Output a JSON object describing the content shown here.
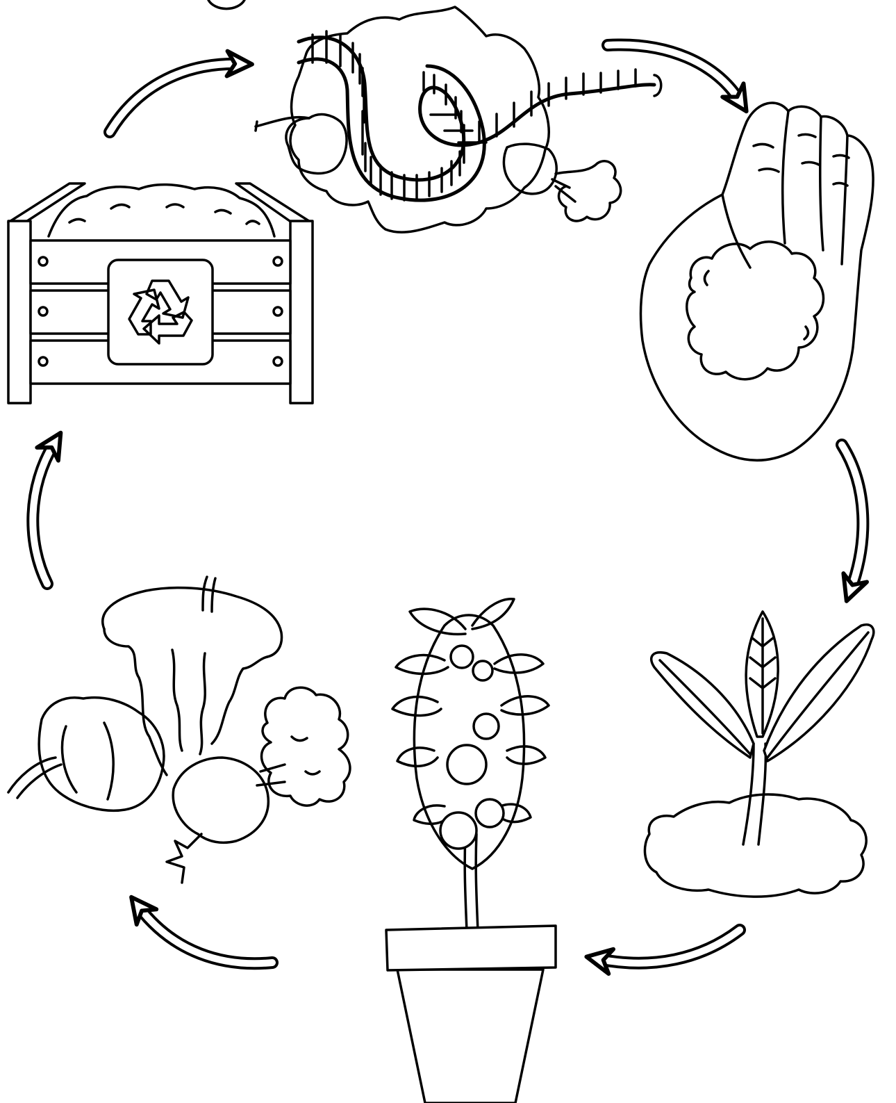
{
  "diagram": {
    "kind": "composting cycle",
    "stages": [
      {
        "id": "compost-bin",
        "icon": "compost-bin-icon",
        "label": ""
      },
      {
        "id": "worm",
        "icon": "earthworm-icon",
        "label": ""
      },
      {
        "id": "soil-in-hand",
        "icon": "hand-soil-icon",
        "label": ""
      },
      {
        "id": "seedling",
        "icon": "seedling-icon",
        "label": ""
      },
      {
        "id": "fruit-tree",
        "icon": "potted-fruit-tree-icon",
        "label": ""
      },
      {
        "id": "food-scraps",
        "icon": "food-scraps-icon",
        "label": ""
      }
    ],
    "connections": [
      {
        "from": "compost-bin",
        "to": "worm"
      },
      {
        "from": "worm",
        "to": "soil-in-hand"
      },
      {
        "from": "soil-in-hand",
        "to": "seedling"
      },
      {
        "from": "seedling",
        "to": "fruit-tree"
      },
      {
        "from": "fruit-tree",
        "to": "food-scraps"
      },
      {
        "from": "food-scraps",
        "to": "compost-bin"
      }
    ],
    "colors": {
      "ink": "#000000",
      "paper": "#ffffff"
    }
  }
}
